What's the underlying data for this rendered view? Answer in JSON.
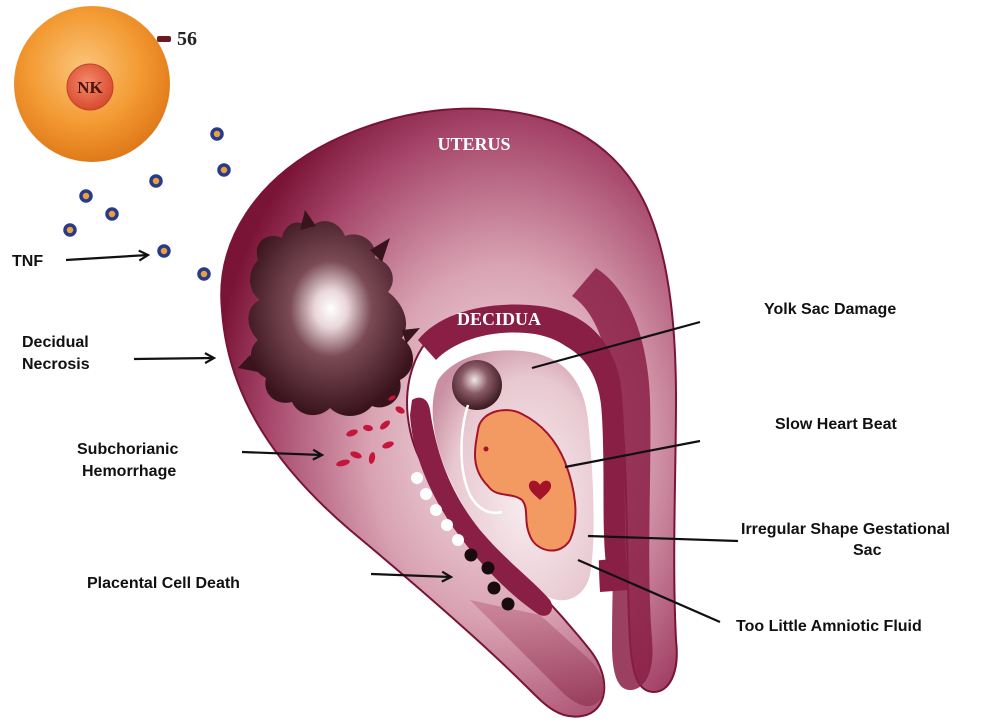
{
  "nk_cell": {
    "label": "NK",
    "marker": "56"
  },
  "anatomy": {
    "uterus": "UTERUS",
    "decidua": "DECIDUA"
  },
  "left_labels": {
    "tnf": "TNF",
    "necrosis_1": "Decidual",
    "necrosis_2": "Necrosis",
    "hemorrhage_1": "Subchorianic",
    "hemorrhage_2": "Hemorrhage",
    "placental": "Placental Cell Death"
  },
  "right_labels": {
    "yolk_sac": "Yolk Sac Damage",
    "heart_beat": "Slow Heart Beat",
    "gest_sac_1": "Irregular Shape Gestational",
    "gest_sac_2": "Sac",
    "amniotic": "Too Little Amniotic Fluid"
  },
  "colors": {
    "uterus_dark": "#7a1436",
    "uterus_light": "#f3dde2",
    "nk_outer": "#f0952a",
    "nk_inner": "#e5533a",
    "tnf_dot": "#e8a23b",
    "tnf_ring": "#2a3a8a",
    "embryo": "#f39a63",
    "heart": "#a5132b"
  }
}
